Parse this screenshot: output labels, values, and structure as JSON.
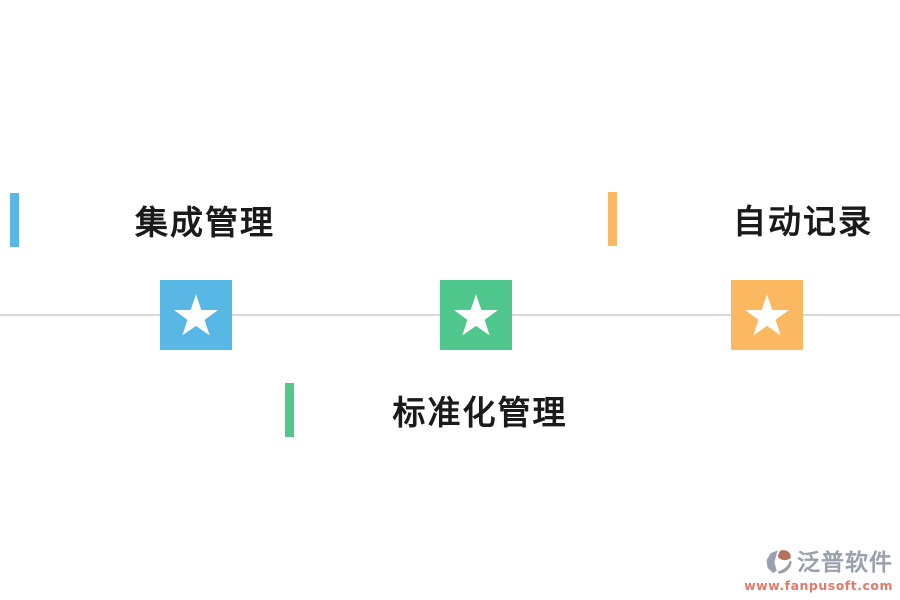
{
  "page": {
    "background_color": "#ffffff",
    "line_color": "#d8d8d8",
    "text_color": "#1a1a1a",
    "star_color": "#ffffff"
  },
  "items": [
    {
      "label": "集成管理",
      "color": "#58b7e4",
      "icon": "star"
    },
    {
      "label": "标准化管理",
      "color": "#50c78c",
      "icon": "star"
    },
    {
      "label": "自动记录",
      "color": "#fcb860",
      "icon": "star"
    }
  ],
  "watermark": {
    "brand": "泛普软件",
    "url": "www.fanpusoft.com",
    "brand_color": "#9aa1ac",
    "url_color": "#e2796a",
    "logo_gray": "#9aa1ac",
    "logo_red": "#b5705f"
  }
}
